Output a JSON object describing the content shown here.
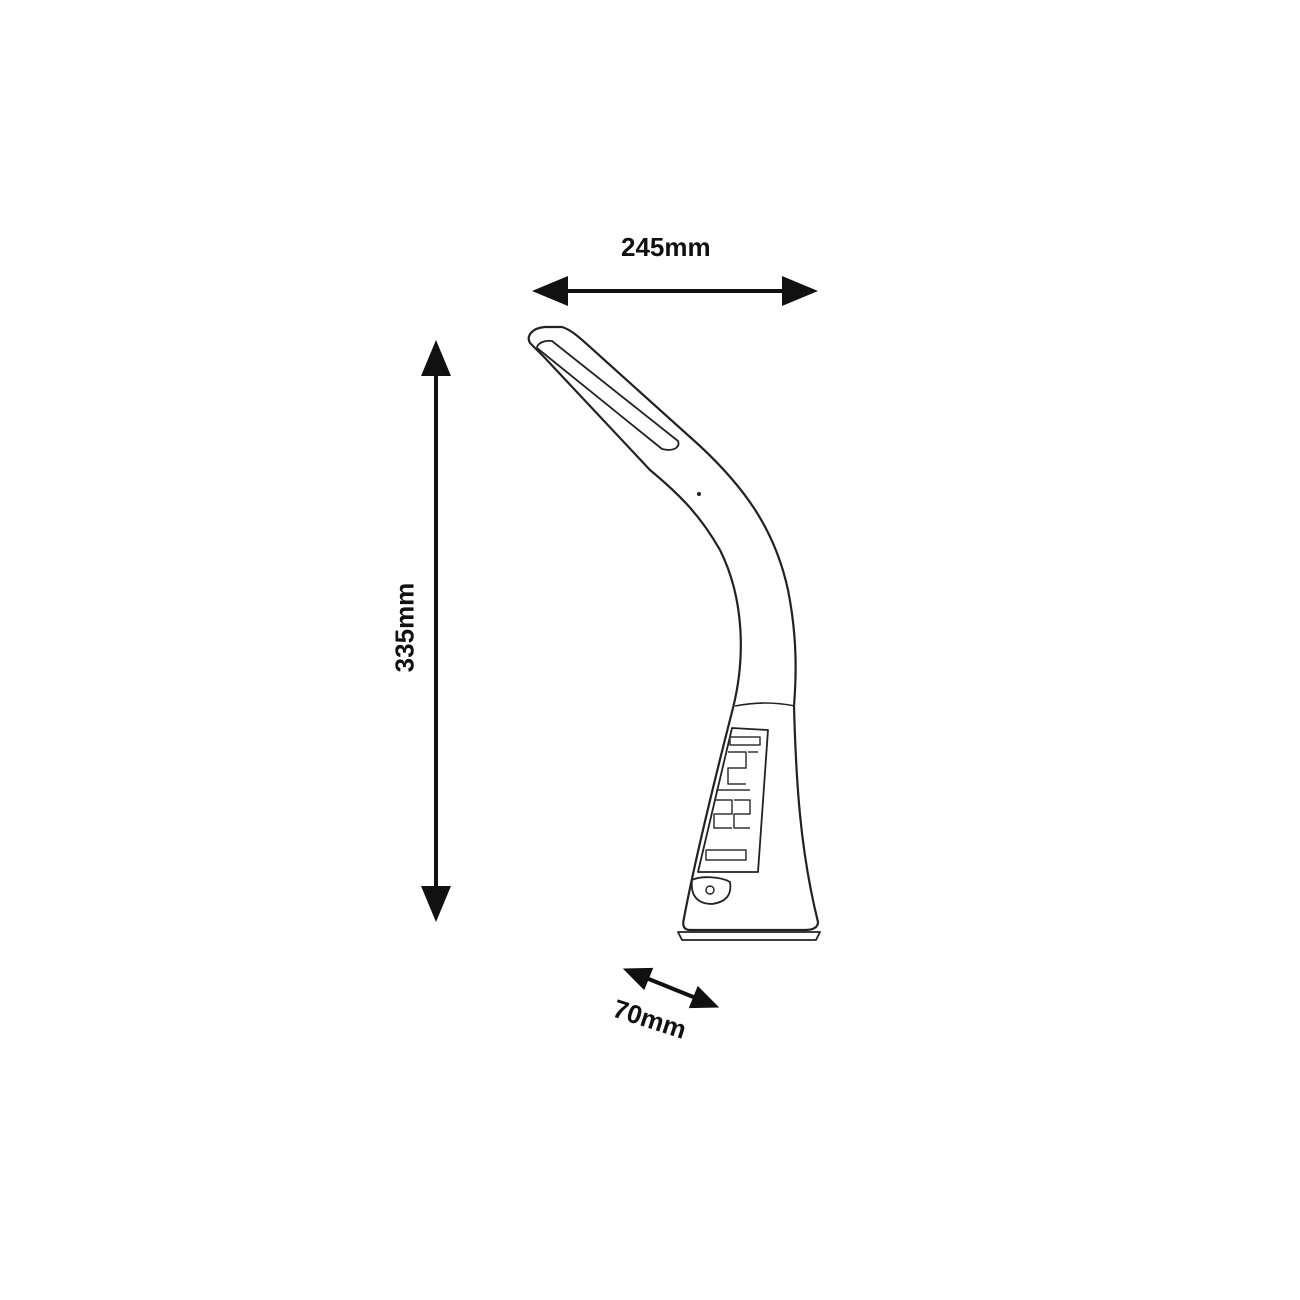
{
  "title": "Desk lamp dimensions",
  "dimensions": {
    "width": "245mm",
    "height": "335mm",
    "depth": "70mm"
  },
  "colors": {
    "line": "#111111",
    "background": "#ffffff"
  }
}
